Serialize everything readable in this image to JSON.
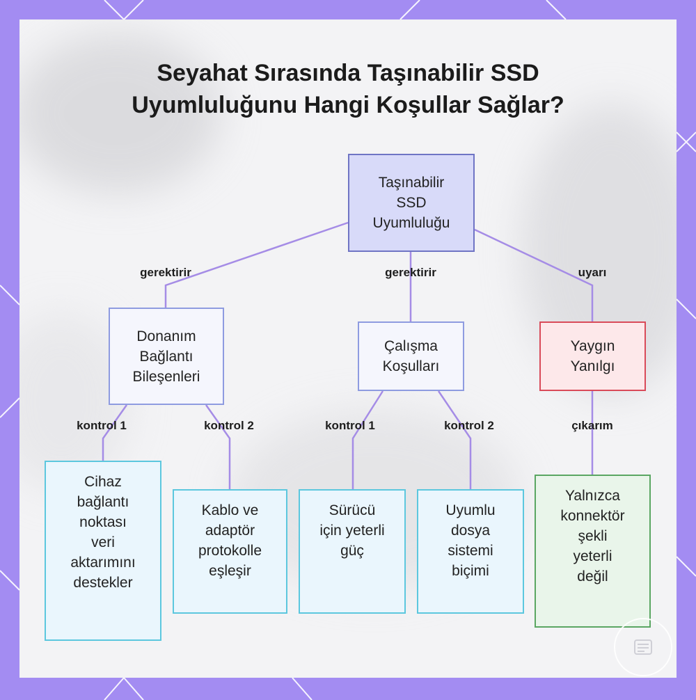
{
  "title_lines": [
    "Seyahat Sırasında Taşınabilir SSD",
    "Uyumluluğunu Hangi Koşullar Sağlar?"
  ],
  "nodes": {
    "root": "Taşınabilir\nSSD\nUyumluluğu",
    "hardware": "Donanım\nBağlantı\nBileşenleri",
    "operating": "Çalışma\nKoşulları",
    "misconception": "Yaygın\nYanılgı",
    "device_port": "Cihaz\nbağlantı\nnoktası\nveri\naktarımını\ndestekler",
    "cable_adapter": "Kablo ve\nadaptör\nprotokolle\neşleşir",
    "driver_power": "Sürücü\niçin yeterli\ngüç",
    "file_system": "Uyumlu\ndosya\nsistemi\nbiçimi",
    "connector_only": "Yalnızca\nkonnektör\nşekli\nyeterli\ndeğil"
  },
  "edge_labels": {
    "root_hardware": "gerektirir",
    "root_operating": "gerektirir",
    "root_misconception": "uyarı",
    "hardware_device": "kontrol 1",
    "hardware_cable": "kontrol 2",
    "operating_driver": "kontrol 1",
    "operating_file": "kontrol 2",
    "misconception_connector": "çıkarım"
  },
  "colors": {
    "frame": "#a38cf2",
    "edge": "#a58ce6",
    "root_fill": "#d8daf9",
    "category_fill": "#f5f6fd",
    "warning_border": "#d94a59",
    "leaf_border": "#5cc7de",
    "conclusion_border": "#5aa662"
  }
}
